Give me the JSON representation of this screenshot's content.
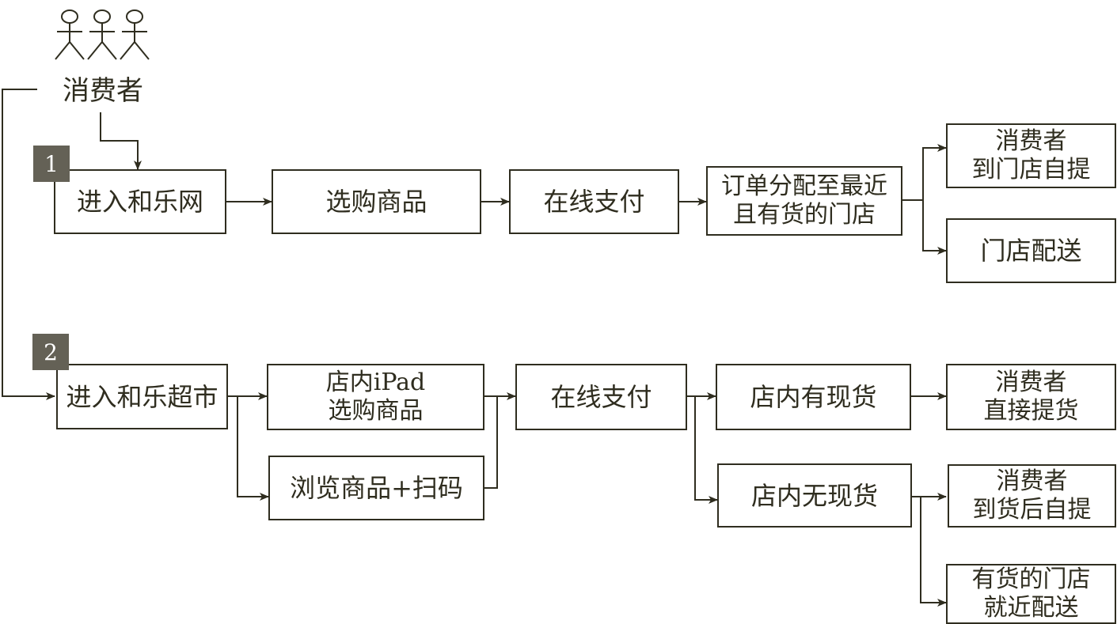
{
  "colors": {
    "ink": "#2f2d1f",
    "badge": "#646156"
  },
  "actor": {
    "label": "消费者",
    "icon": "stick-figure-group-icon"
  },
  "flow1": {
    "badge": "1",
    "enter": "进入和乐网",
    "select": "选购商品",
    "pay": "在线支付",
    "assign": "订单分配至最近\n且有货的门店",
    "pickup": "消费者\n到门店自提",
    "delivery": "门店配送"
  },
  "flow2": {
    "badge": "2",
    "enter": "进入和乐超市",
    "ipad": "店内iPad\n选购商品",
    "scan": "浏览商品+扫码",
    "pay": "在线支付",
    "in_stock": "店内有现货",
    "out_stock": "店内无现货",
    "direct_pickup": "消费者\n直接提货",
    "later_pickup": "消费者\n到货后自提",
    "nearby_delivery": "有货的门店\n就近配送"
  }
}
